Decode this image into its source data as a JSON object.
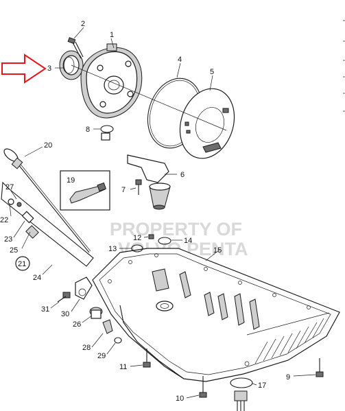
{
  "watermark": {
    "line1": "PROPERTY OF",
    "line2": "VOLVO PENTA"
  },
  "inset": {
    "number": "19"
  },
  "circled_label": "21",
  "callouts": {
    "c1": "1",
    "c2": "2",
    "c3": "3",
    "c4": "4",
    "c5": "5",
    "c6": "6",
    "c7": "7",
    "c8": "8",
    "c9": "9",
    "c10": "10",
    "c11": "11",
    "c12": "12",
    "c13": "13",
    "c14": "14",
    "c15": "15",
    "c17": "17",
    "c20": "20",
    "c22": "22",
    "c23": "23",
    "c24": "24",
    "c25": "25",
    "c26": "26",
    "c27": "27",
    "c28": "28",
    "c29": "29",
    "c30": "30",
    "c31": "31"
  },
  "colors": {
    "arrow": "#e8161b",
    "line": "#1a1a1a",
    "watermark": "#d9d9d9"
  }
}
